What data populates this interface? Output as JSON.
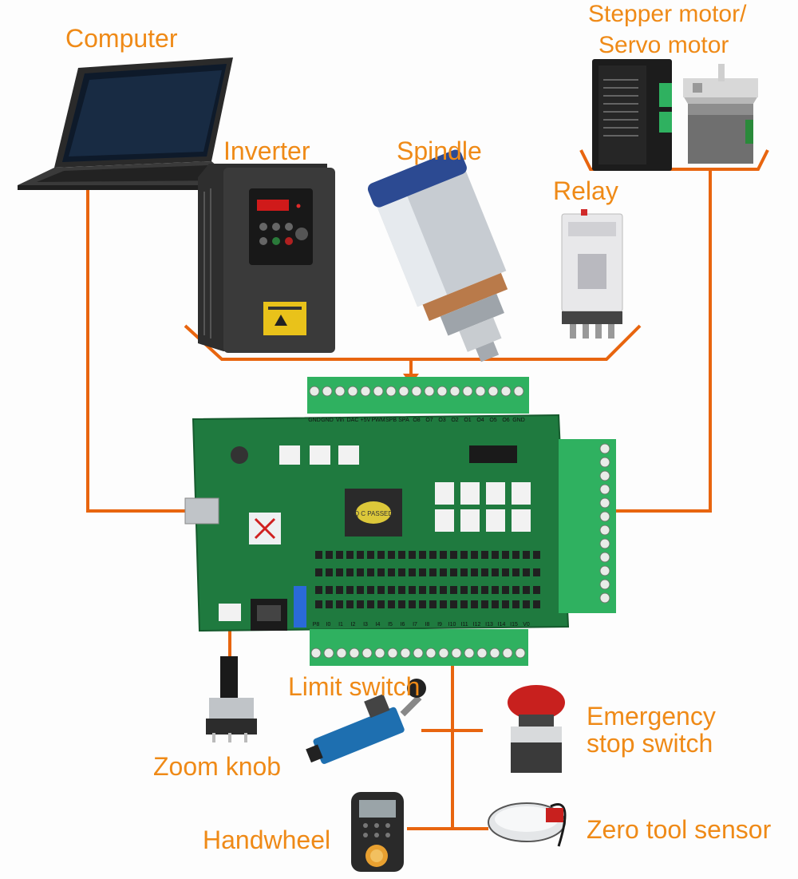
{
  "colors": {
    "accent": "#ef8a17",
    "connector": "#e8650f",
    "pcb": "#1f7a3f",
    "terminal": "#2fb160"
  },
  "labels": {
    "computer": "Computer",
    "stepper_line1": "Stepper motor/",
    "stepper_line2": "Servo motor",
    "inverter": "Inverter",
    "spindle": "Spindle",
    "relay": "Relay",
    "limit_switch": "Limit switch",
    "emergency_line1": "Emergency",
    "emergency_line2": "stop switch",
    "zoom_knob": "Zoom knob",
    "handwheel": "Handwheel",
    "zero_tool_sensor": "Zero tool sensor"
  },
  "board": {
    "top_terminals": [
      "GND",
      "GND",
      "Vin",
      "DAC",
      "+5V",
      "PWM",
      "SPB",
      "SPA",
      "O8",
      "O7",
      "O3",
      "O2",
      "O1",
      "O4",
      "O5",
      "O6",
      "GND"
    ],
    "bottom_terminals": [
      "P8",
      "I0",
      "I1",
      "I2",
      "I3",
      "I4",
      "I5",
      "I6",
      "I7",
      "I8",
      "I9",
      "I10",
      "I11",
      "I12",
      "I13",
      "I14",
      "I15",
      "V0"
    ],
    "chip_label": "Q C PASSED"
  },
  "icons": [
    "laptop-icon",
    "inverter-icon",
    "spindle-icon",
    "relay-icon",
    "stepper-driver-icon",
    "stepper-motor-icon",
    "controller-board-icon",
    "zoom-knob-icon",
    "limit-switch-icon",
    "emergency-stop-icon",
    "handwheel-icon",
    "zero-tool-sensor-icon"
  ]
}
